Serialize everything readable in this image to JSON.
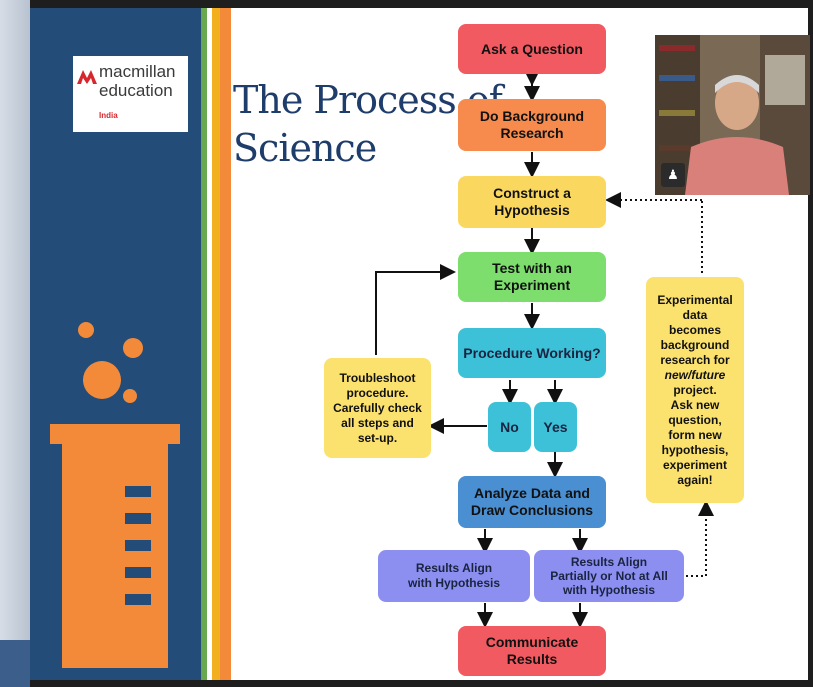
{
  "brand": {
    "line1": "macmillan",
    "line2": "education",
    "line3": "India"
  },
  "title": {
    "line1": "The Process of",
    "line2": "Science"
  },
  "steps": {
    "ask": "Ask a Question",
    "research_l1": "Do Background",
    "research_l2": "Research",
    "hypothesis_l1": "Construct a",
    "hypothesis_l2": "Hypothesis",
    "test_l1": "Test with an",
    "test_l2": "Experiment",
    "procedure": "Procedure Working?",
    "no": "No",
    "yes": "Yes",
    "analyze_l1": "Analyze Data and",
    "analyze_l2": "Draw Conclusions",
    "align_l1": "Results Align",
    "align_l2": "with Hypothesis",
    "partial_l1": "Results Align",
    "partial_l2": "Partially or Not at All",
    "partial_l3": "with Hypothesis",
    "communicate_l1": "Communicate",
    "communicate_l2": "Results"
  },
  "troubleshoot": [
    "Troubleshoot",
    "procedure.",
    "Carefully check",
    "all steps and",
    "set-up."
  ],
  "note": [
    "Experimental",
    "data",
    "becomes",
    "background",
    "research for",
    "new/future",
    "project.",
    "Ask new",
    "question,",
    "form new",
    "hypothesis,",
    "experiment",
    "again!"
  ],
  "colors": {
    "panel": "#244c78",
    "ask": "#f15a60",
    "research": "#f68b4d",
    "hypothesis": "#fad85f",
    "test": "#7dde6e",
    "procedure": "#3dc1d8",
    "analyze": "#4a8fd1",
    "results": "#8c8ff0",
    "communicate": "#f15a60",
    "note": "#fbe16e"
  }
}
